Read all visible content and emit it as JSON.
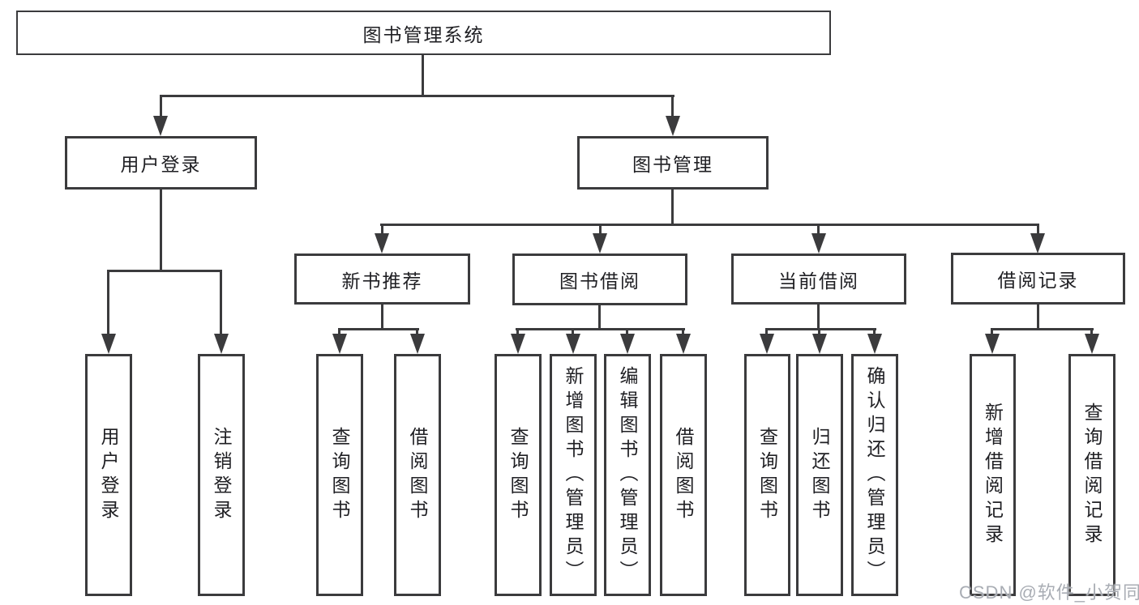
{
  "diagram_title": "图书管理系统",
  "nodes": {
    "root": "图书管理系统",
    "user_login": "用户登录",
    "book_management": "图书管理",
    "new_book_recommendation": "新书推荐",
    "book_borrowing": "图书借阅",
    "current_borrowing": "当前借阅",
    "borrowing_records": "借阅记录",
    "user_login_leaf": "用户登录",
    "logout": "注销登录",
    "nbr_query_books": "查询图书",
    "nbr_borrow_books": "借阅图书",
    "bb_query_books": "查询图书",
    "bb_add_books_admin": "新增图书（管理员）",
    "bb_edit_books_admin": "编辑图书（管理员）",
    "bb_borrow_books": "借阅图书",
    "cb_query_books": "查询图书",
    "cb_return_books": "归还图书",
    "cb_confirm_return_admin": "确认归还（管理员）",
    "br_add_borrow_record": "新增借阅记录",
    "br_query_borrow_record": "查询借阅记录"
  },
  "watermark": "CSDN @软件_小贺同学",
  "colors": {
    "line": "#3b3b3d",
    "text": "#1f1f23",
    "watermark": "#a9adb4",
    "background": "#ffffff"
  }
}
